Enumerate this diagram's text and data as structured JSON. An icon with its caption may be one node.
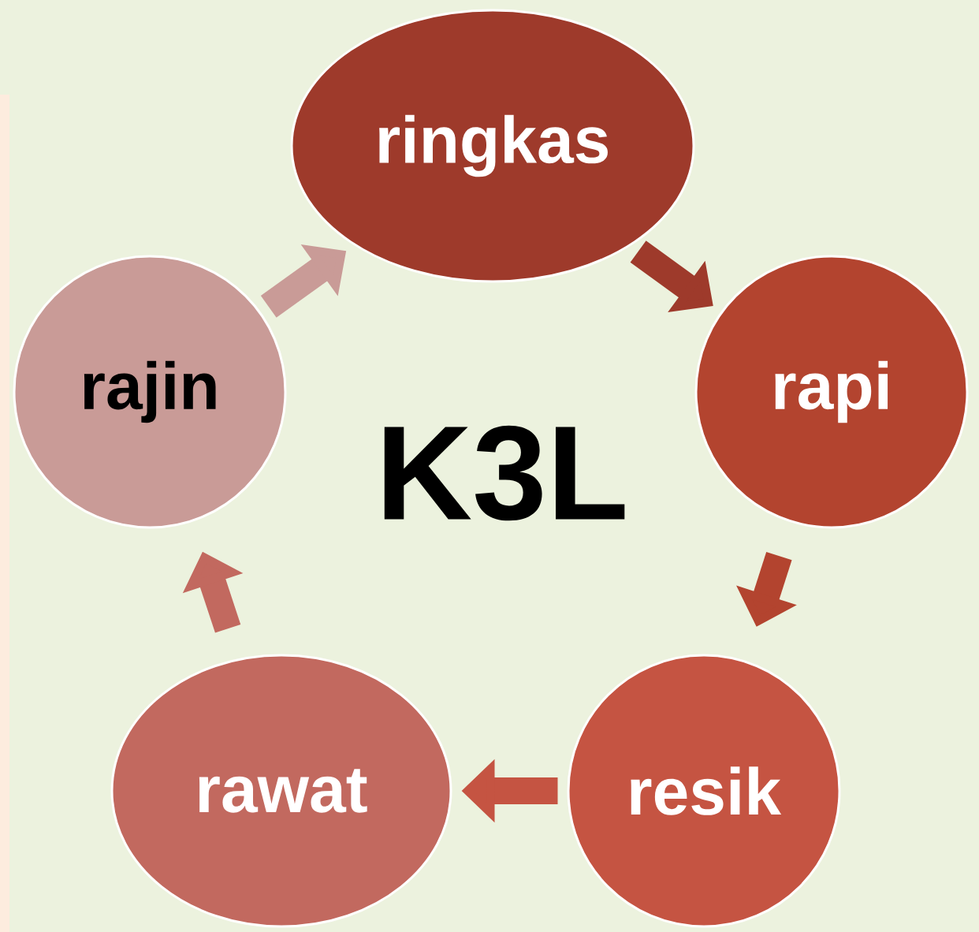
{
  "diagram": {
    "nodes": [
      {
        "text": [
          "ringkas"
        ]
      },
      {
        "text": [
          "rapi"
        ]
      },
      {
        "text": [
          "resik"
        ]
      },
      {
        "text": [
          "rawat"
        ]
      },
      {
        "text": [
          "rajin"
        ]
      }
    ],
    "edges": [
      {
        "from": 0,
        "to": 1,
        "arrow": "to"
      },
      {
        "from": 1,
        "to": 2,
        "arrow": "to"
      },
      {
        "from": 2,
        "to": 3,
        "arrow": "to"
      },
      {
        "from": 3,
        "to": 4,
        "arrow": "to"
      },
      {
        "from": 4,
        "to": 0,
        "arrow": "to",
        "color": "#c99b97"
      }
    ],
    "labels": [
      "K3L"
    ]
  }
}
